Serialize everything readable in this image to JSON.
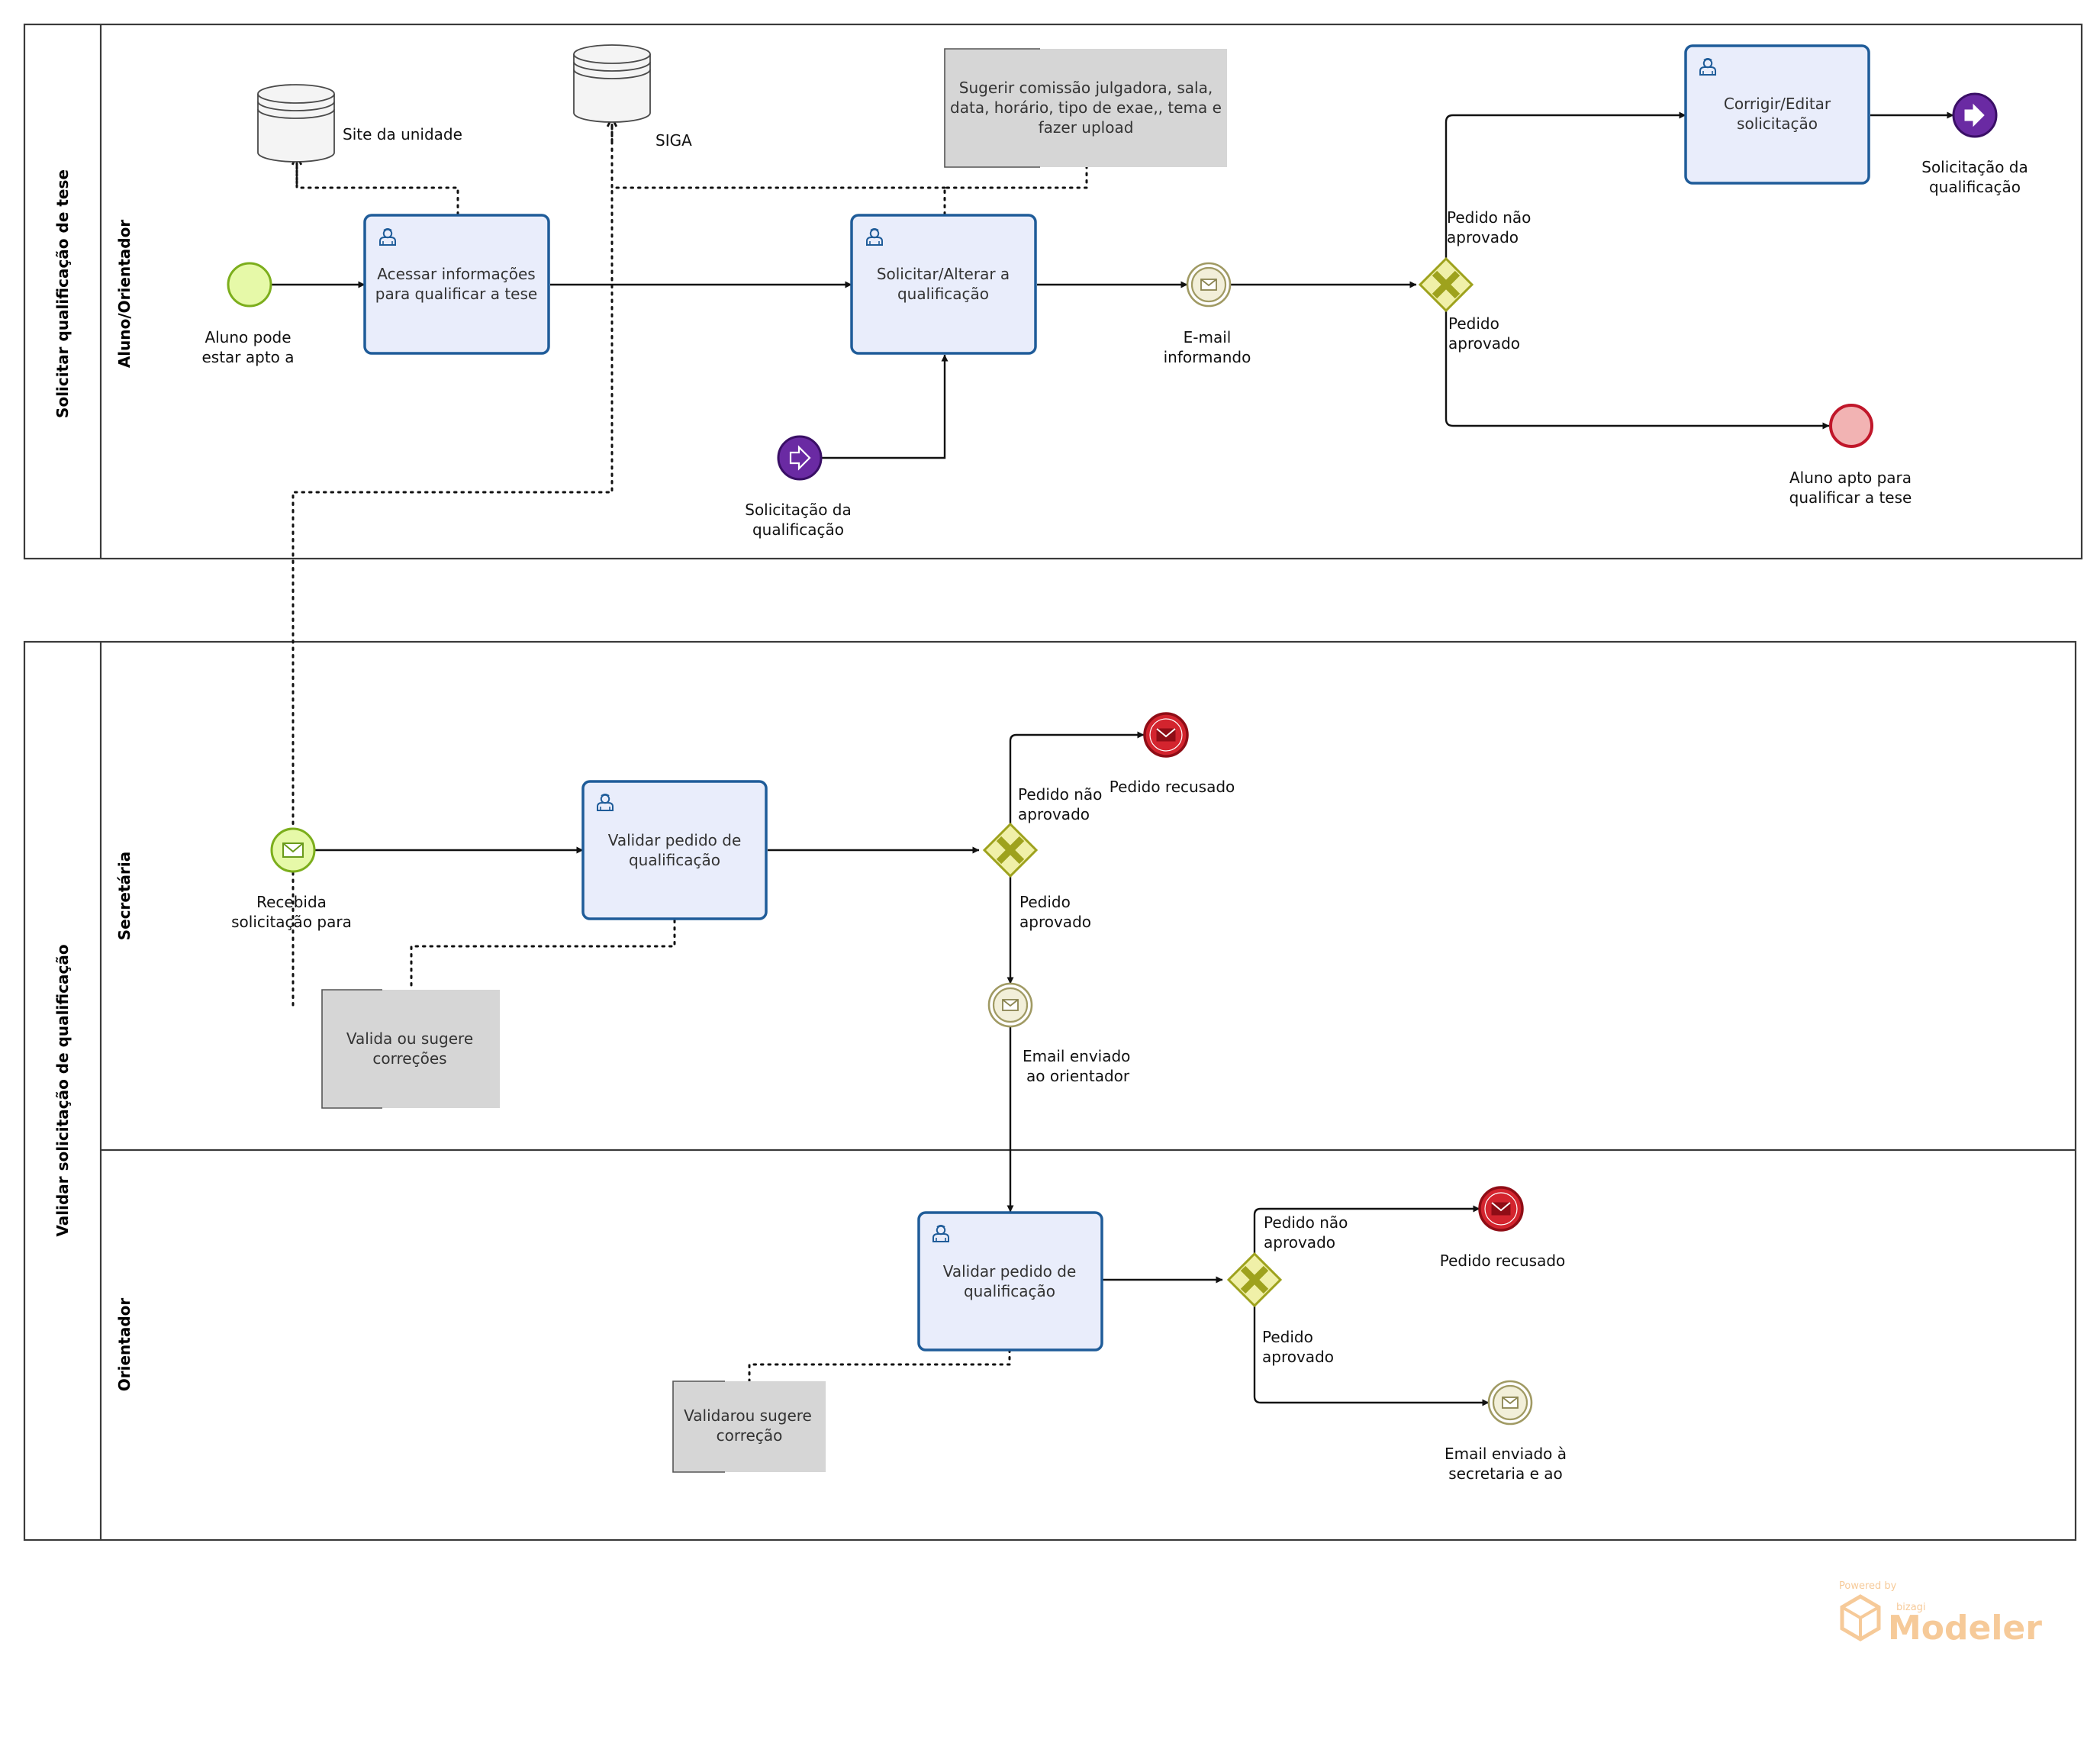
{
  "pools": {
    "p1": {
      "title": "Solicitar qualificação de tese"
    },
    "p2": {
      "title": "Validar solicitação de qualificação"
    }
  },
  "lanes": {
    "aluno": "Aluno/Orientador",
    "secretaria": "Secretária",
    "orientador": "Orientador"
  },
  "tasks": {
    "acessar": [
      "Acessar informações",
      "para qualificar a tese"
    ],
    "solicitar": [
      "Solicitar/Alterar a",
      "qualificação"
    ],
    "corrigir": [
      "Corrigir/Editar",
      "solicitação"
    ],
    "validar_sec": [
      "Validar pedido de",
      "qualificação"
    ],
    "validar_ori": [
      "Validar pedido de",
      "qualificação"
    ]
  },
  "events": {
    "aluno_pode": [
      "Aluno pode",
      "estar apto a"
    ],
    "email_informando": [
      "E-mail",
      "informando"
    ],
    "solicitacao_link_in": [
      "Solicitação da",
      "qualificação"
    ],
    "solicitacao_link_out": [
      "Solicitação da",
      "qualificação"
    ],
    "aluno_apto": [
      "Aluno apto para",
      "qualificar a tese"
    ],
    "recebida": [
      "Recebida",
      "solicitação para"
    ],
    "pedido_recusado_sec": "Pedido recusado",
    "email_orientador": [
      "Email enviado",
      "ao orientador"
    ],
    "pedido_recusado_ori": "Pedido recusado",
    "email_secretaria": [
      "Email enviado à",
      "secretaria e ao"
    ]
  },
  "gateway_labels": {
    "nao_aprovado": [
      "Pedido não",
      "aprovado"
    ],
    "aprovado": [
      "Pedido",
      "aprovado"
    ]
  },
  "data_stores": {
    "site": "Site da unidade",
    "siga": "SIGA"
  },
  "annotations": {
    "sugerir": [
      "Sugerir comissão julgadora, sala,",
      "data, horário, tipo de exae,, tema e",
      "fazer upload"
    ],
    "valida_sec": [
      "Valida ou sugere",
      "correções"
    ],
    "valida_ori": [
      "Validarou sugere",
      "correção"
    ]
  },
  "watermark": {
    "powered": "Powered by",
    "brand": "bizagi",
    "product": "Modeler"
  },
  "colors": {
    "task_fill": "#e9edfb",
    "task_stroke": "#1f5c99",
    "start_fill": "#e6f9a8",
    "end_fill": "#f2b3b3",
    "gateway_fill": "#f0f0a8",
    "link_fill": "#6a2aa3",
    "message_end_fill": "#d3242e"
  },
  "icons": {
    "task": "user-task-icon",
    "message": "envelope-icon",
    "link": "link-arrow-icon",
    "gateway": "exclusive-gateway-x-icon",
    "data_store": "database-cylinder-icon"
  }
}
